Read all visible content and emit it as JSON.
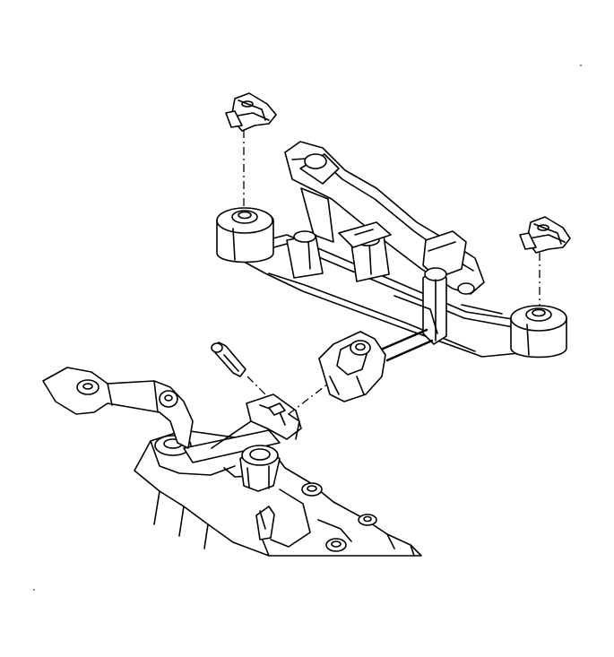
{
  "diagram": {
    "background": "#ffffff",
    "line_color": "#000000",
    "parts": [
      {
        "id": "clip-left",
        "icon": "retaining-clip-icon"
      },
      {
        "id": "clip-right",
        "icon": "retaining-clip-icon"
      },
      {
        "id": "bushing-left",
        "icon": "bushing-icon"
      },
      {
        "id": "bushing-right",
        "icon": "bushing-icon"
      },
      {
        "id": "bracket-assembly",
        "icon": "shifter-bracket-icon"
      },
      {
        "id": "shift-cable-end",
        "icon": "cable-end-icon"
      },
      {
        "id": "lock-pin",
        "icon": "pin-icon"
      },
      {
        "id": "transmission-lever",
        "icon": "lever-icon"
      },
      {
        "id": "transmission-case",
        "icon": "transmission-case-icon"
      }
    ]
  }
}
